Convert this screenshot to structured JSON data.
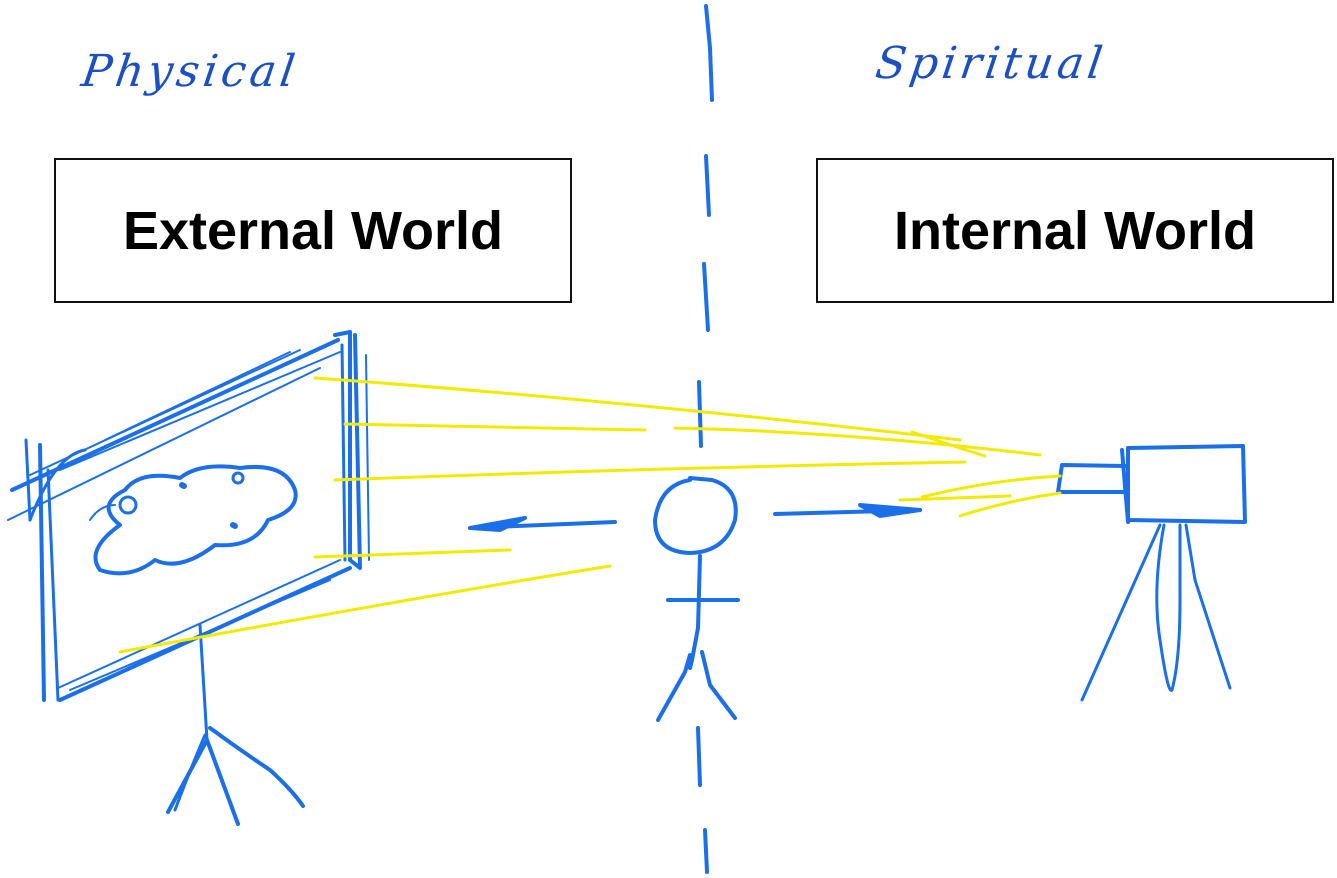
{
  "labels": {
    "physical": "Physical",
    "spiritual": "Spiritual"
  },
  "boxes": {
    "external": "External World",
    "internal": "Internal World"
  },
  "colors": {
    "ink": "#1b6fe8",
    "handwriting": "#1b4fc4",
    "light_rays": "#f2ea00",
    "box_border": "#111111",
    "text": "#000000"
  },
  "icons": {
    "screen": "projection-screen-icon",
    "person": "stick-figure-icon",
    "camera": "camera-on-tripod-icon",
    "divider": "dashed-divider-line"
  }
}
